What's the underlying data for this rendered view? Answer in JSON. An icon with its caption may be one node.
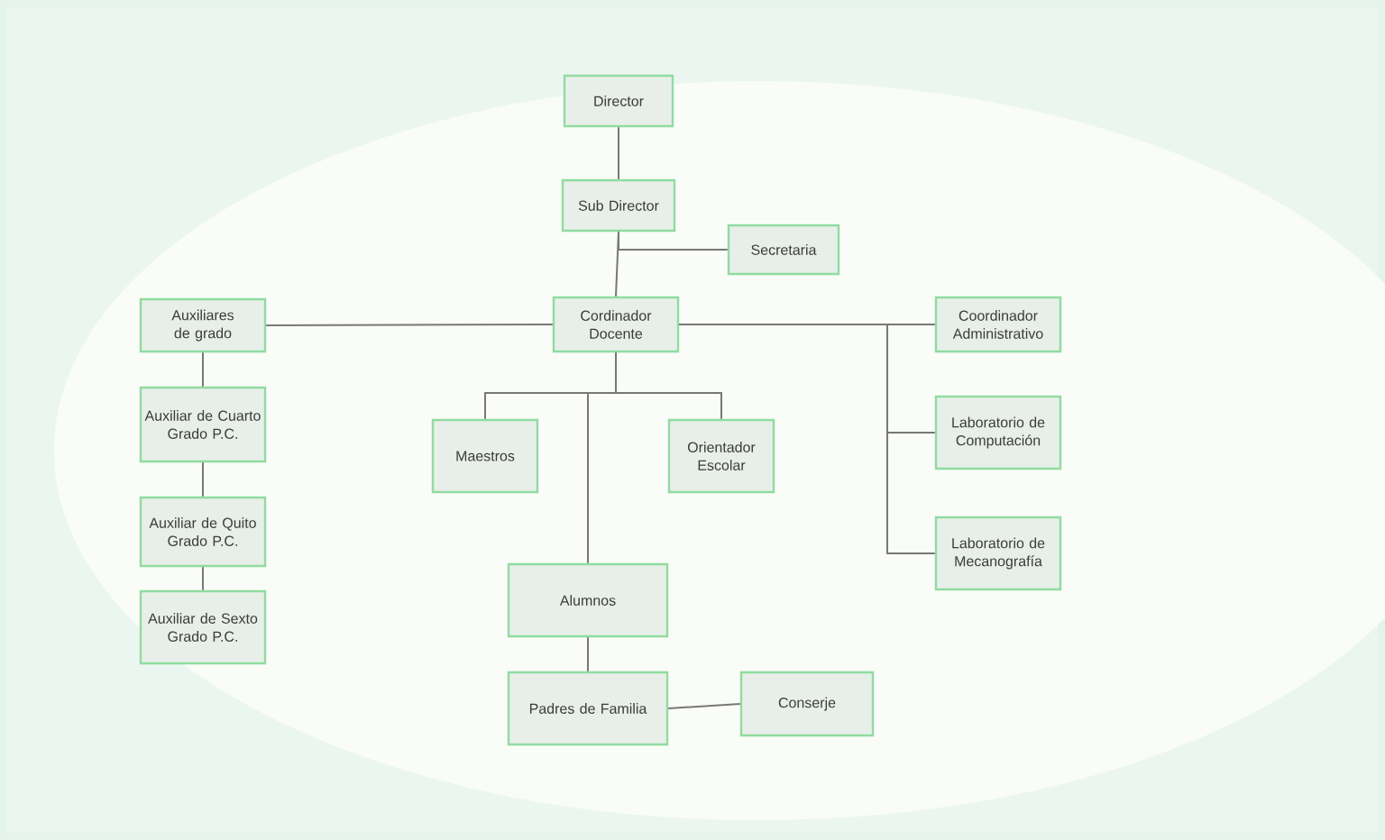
{
  "diagram": {
    "nodes": [
      {
        "text": [
          "Director"
        ]
      },
      {
        "text": [
          "Sub Director"
        ]
      },
      {
        "text": [
          "Secretaria"
        ]
      },
      {
        "text": [
          "Cordinador Docente"
        ]
      },
      {
        "text": [
          "Auxiliares de grado"
        ]
      },
      {
        "text": [
          "Auxiliar de Cuarto Grado P.C."
        ]
      },
      {
        "text": [
          "Auxiliar de Quito Grado P.C."
        ]
      },
      {
        "text": [
          "Auxiliar de Sexto Grado P.C."
        ]
      },
      {
        "text": [
          "Maestros"
        ]
      },
      {
        "text": [
          "Orientador Escolar"
        ]
      },
      {
        "text": [
          "Coordinador Administrativo"
        ]
      },
      {
        "text": [
          "Laboratorio de Computación"
        ]
      },
      {
        "text": [
          "Laboratorio de Mecanografía"
        ]
      },
      {
        "text": [
          "Alumnos"
        ]
      },
      {
        "text": [
          "Padres de Familia"
        ]
      },
      {
        "text": [
          "Conserje"
        ]
      }
    ],
    "edges": [
      {
        "from": 0,
        "to": 1,
        "arrow": "none"
      },
      {
        "from": 1,
        "to": 3,
        "arrow": "none"
      },
      {
        "from": 1,
        "to": 2,
        "arrow": "none"
      },
      {
        "from": 3,
        "to": 4,
        "arrow": "none"
      },
      {
        "from": 3,
        "to": 10,
        "arrow": "none"
      },
      {
        "from": 3,
        "to": 11,
        "arrow": "none"
      },
      {
        "from": 3,
        "to": 12,
        "arrow": "none"
      },
      {
        "from": 3,
        "to": 8,
        "arrow": "none"
      },
      {
        "from": 3,
        "to": 9,
        "arrow": "none"
      },
      {
        "from": 3,
        "to": 13,
        "arrow": "none"
      },
      {
        "from": 4,
        "to": 5,
        "arrow": "none"
      },
      {
        "from": 5,
        "to": 6,
        "arrow": "none"
      },
      {
        "from": 6,
        "to": 7,
        "arrow": "none"
      },
      {
        "from": 13,
        "to": 14,
        "arrow": "none"
      },
      {
        "from": 14,
        "to": 15,
        "arrow": "none"
      }
    ]
  }
}
